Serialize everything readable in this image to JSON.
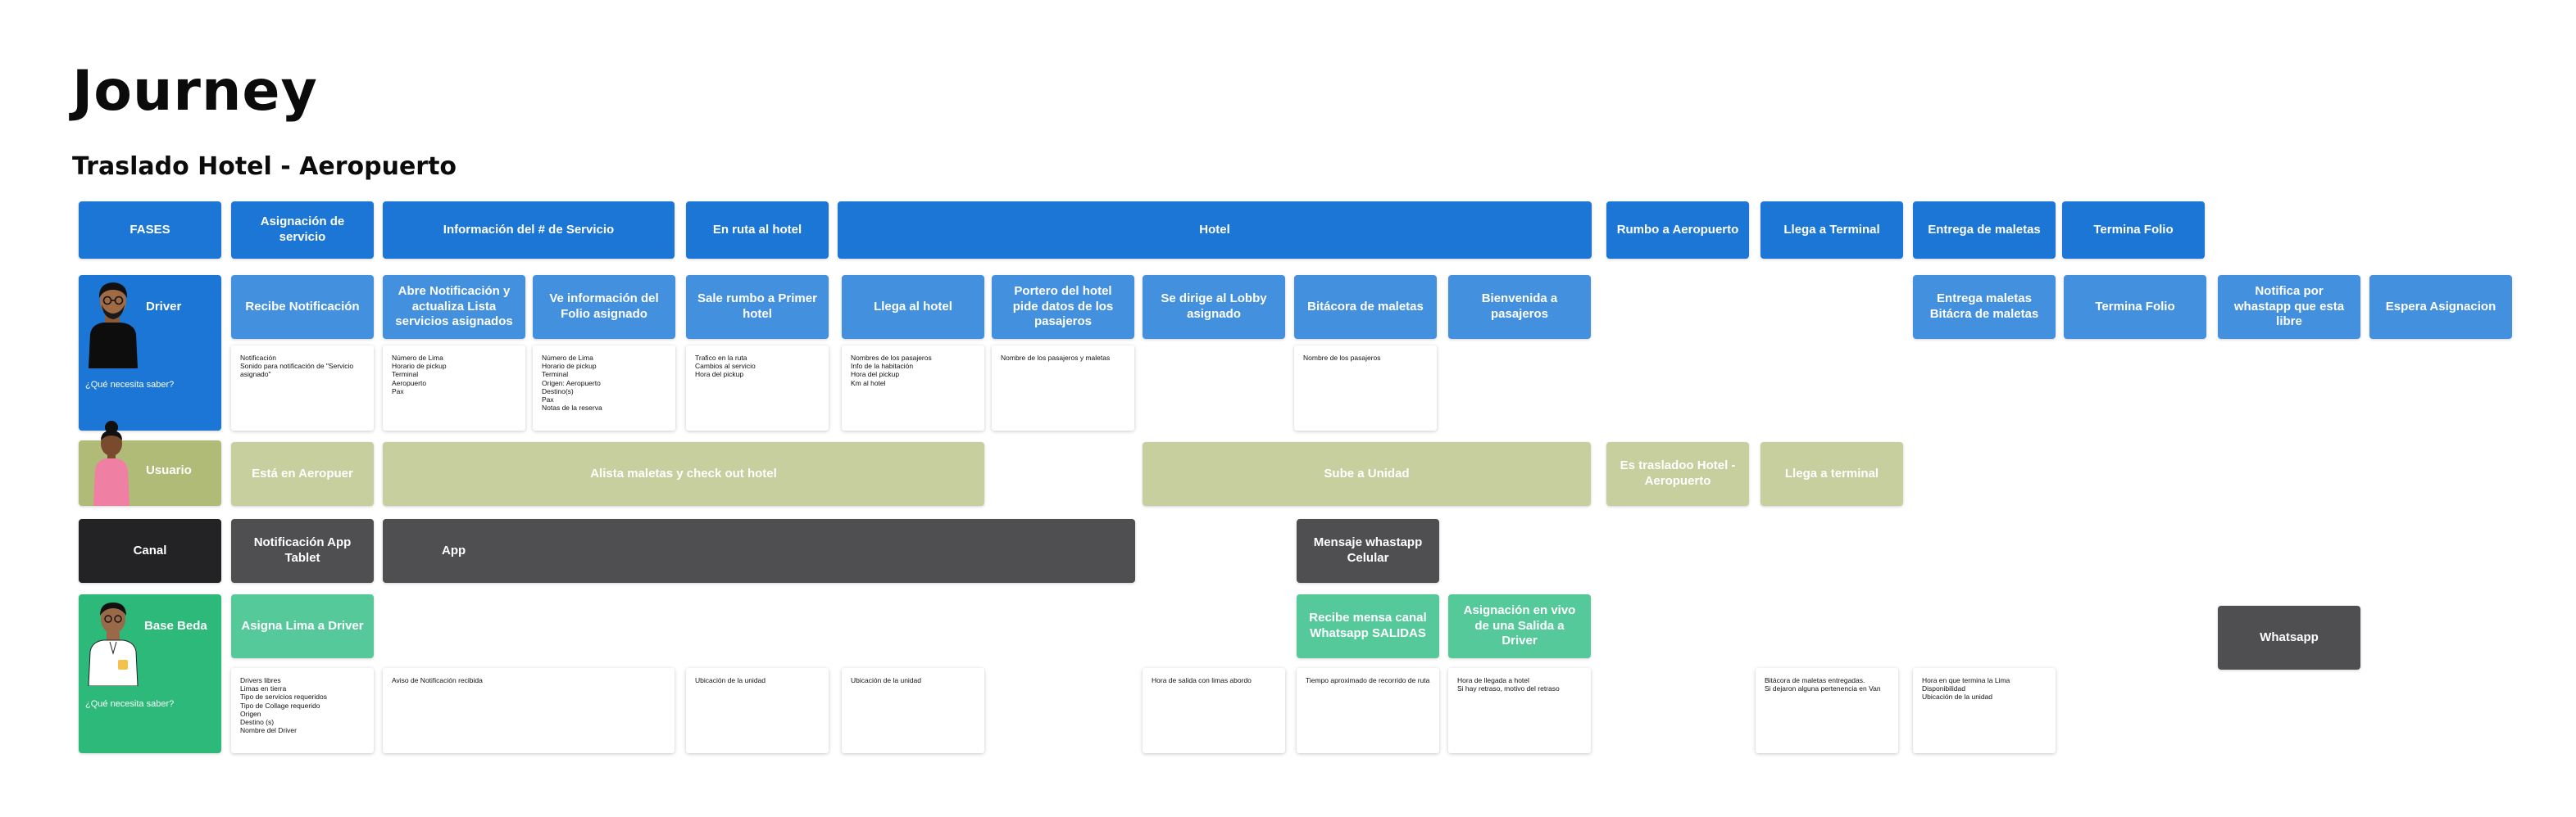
{
  "title": "Journey",
  "subtitle": "Traslado Hotel - Aeropuerto",
  "colors": {
    "phase": "#1b76d6",
    "driver": "#4390df",
    "usuario": "#c7cf9f",
    "canal": "#4f4f51",
    "base": "#56c99b",
    "whatsapp": "#4f4f51"
  },
  "phases": {
    "header": "FASES",
    "items": [
      "Asignación de servicio",
      "Información del # de Servicio",
      "En ruta al hotel",
      "Hotel",
      "Rumbo a Aeropuerto",
      "Llega a Terminal",
      "Entrega de maletas",
      "Termina Folio"
    ]
  },
  "driver": {
    "label": "Driver",
    "ask": "¿Qué necesita saber?",
    "avatar_icon": "driver-avatar-icon",
    "steps": [
      "Recibe Notificación",
      "Abre Notificación y actualiza Lista servicios asignados",
      "Ve información del Folio asignado",
      "Sale rumbo a Primer hotel",
      "Llega al hotel",
      "Portero del hotel pide datos de los pasajeros",
      "Se dirige al Lobby asignado",
      "Bitácora de maletas",
      "Bienvenida a pasajeros",
      "Entrega maletas Bitácra de maletas",
      "Termina Folio",
      "Notifica por whastapp que esta libre",
      "Espera Asignacion"
    ],
    "notes": [
      "Notificación\nSonido para notificación de \"Servicio asignado\"",
      "Número de Lima\nHorario de pickup\nTerminal\nAeropuerto\nPax",
      "Número de Lima\nHorario de pickup\nTerminal\nOrigen: Aeropuerto\nDestino(s)\nPax\nNotas de la reserva",
      "Trafico en la ruta\nCambios al servicio\nHora del pickup",
      "Nombres de los pasajeros\nInfo de la habitación\nHora del pickup\nKm al hotel",
      "Nombre de los pasajeros y maletas",
      "",
      "Nombre de los pasajeros"
    ]
  },
  "usuario": {
    "label": "Usuario",
    "avatar_icon": "user-avatar-icon",
    "steps": [
      "Está en Aeropuer",
      "Alista maletas y check out hotel",
      "Sube a Unidad",
      "Es trasladoo Hotel - Aeropuerto",
      "Llega a terminal"
    ]
  },
  "canal": {
    "label": "Canal",
    "items": [
      "Notificación App Tablet",
      "App",
      "Mensaje whastapp Celular"
    ]
  },
  "base": {
    "label": "Base Beda",
    "ask": "¿Qué necesita saber?",
    "avatar_icon": "base-avatar-icon",
    "steps": [
      "Asigna Lima a Driver",
      "Recibe mensa canal Whatsapp SALIDAS",
      "Asignación en vivo de una Salida a Driver"
    ],
    "whatsapp": "Whatsapp",
    "notes": [
      "Drivers libres\nLimas en tierra\nTipo de servicios requeridos\nTipo de Collage requerido\nOrigen\nDestino (s)\nNombre del Driver",
      "Aviso de Notificación recibida",
      "Ubicación de la unidad",
      "Ubicación de la unidad",
      "Hora de salida con limas abordo",
      "Tiempo aproximado de recorrido de ruta",
      "Hora de llegada a hotel\nSi hay retraso, motivo del retraso",
      "Bitácora de maletas entregadas.\nSi dejaron alguna pertenencia en Van",
      "Hora en que termina la Lima\nDisponibilidad\nUbicación de la unidad"
    ]
  }
}
